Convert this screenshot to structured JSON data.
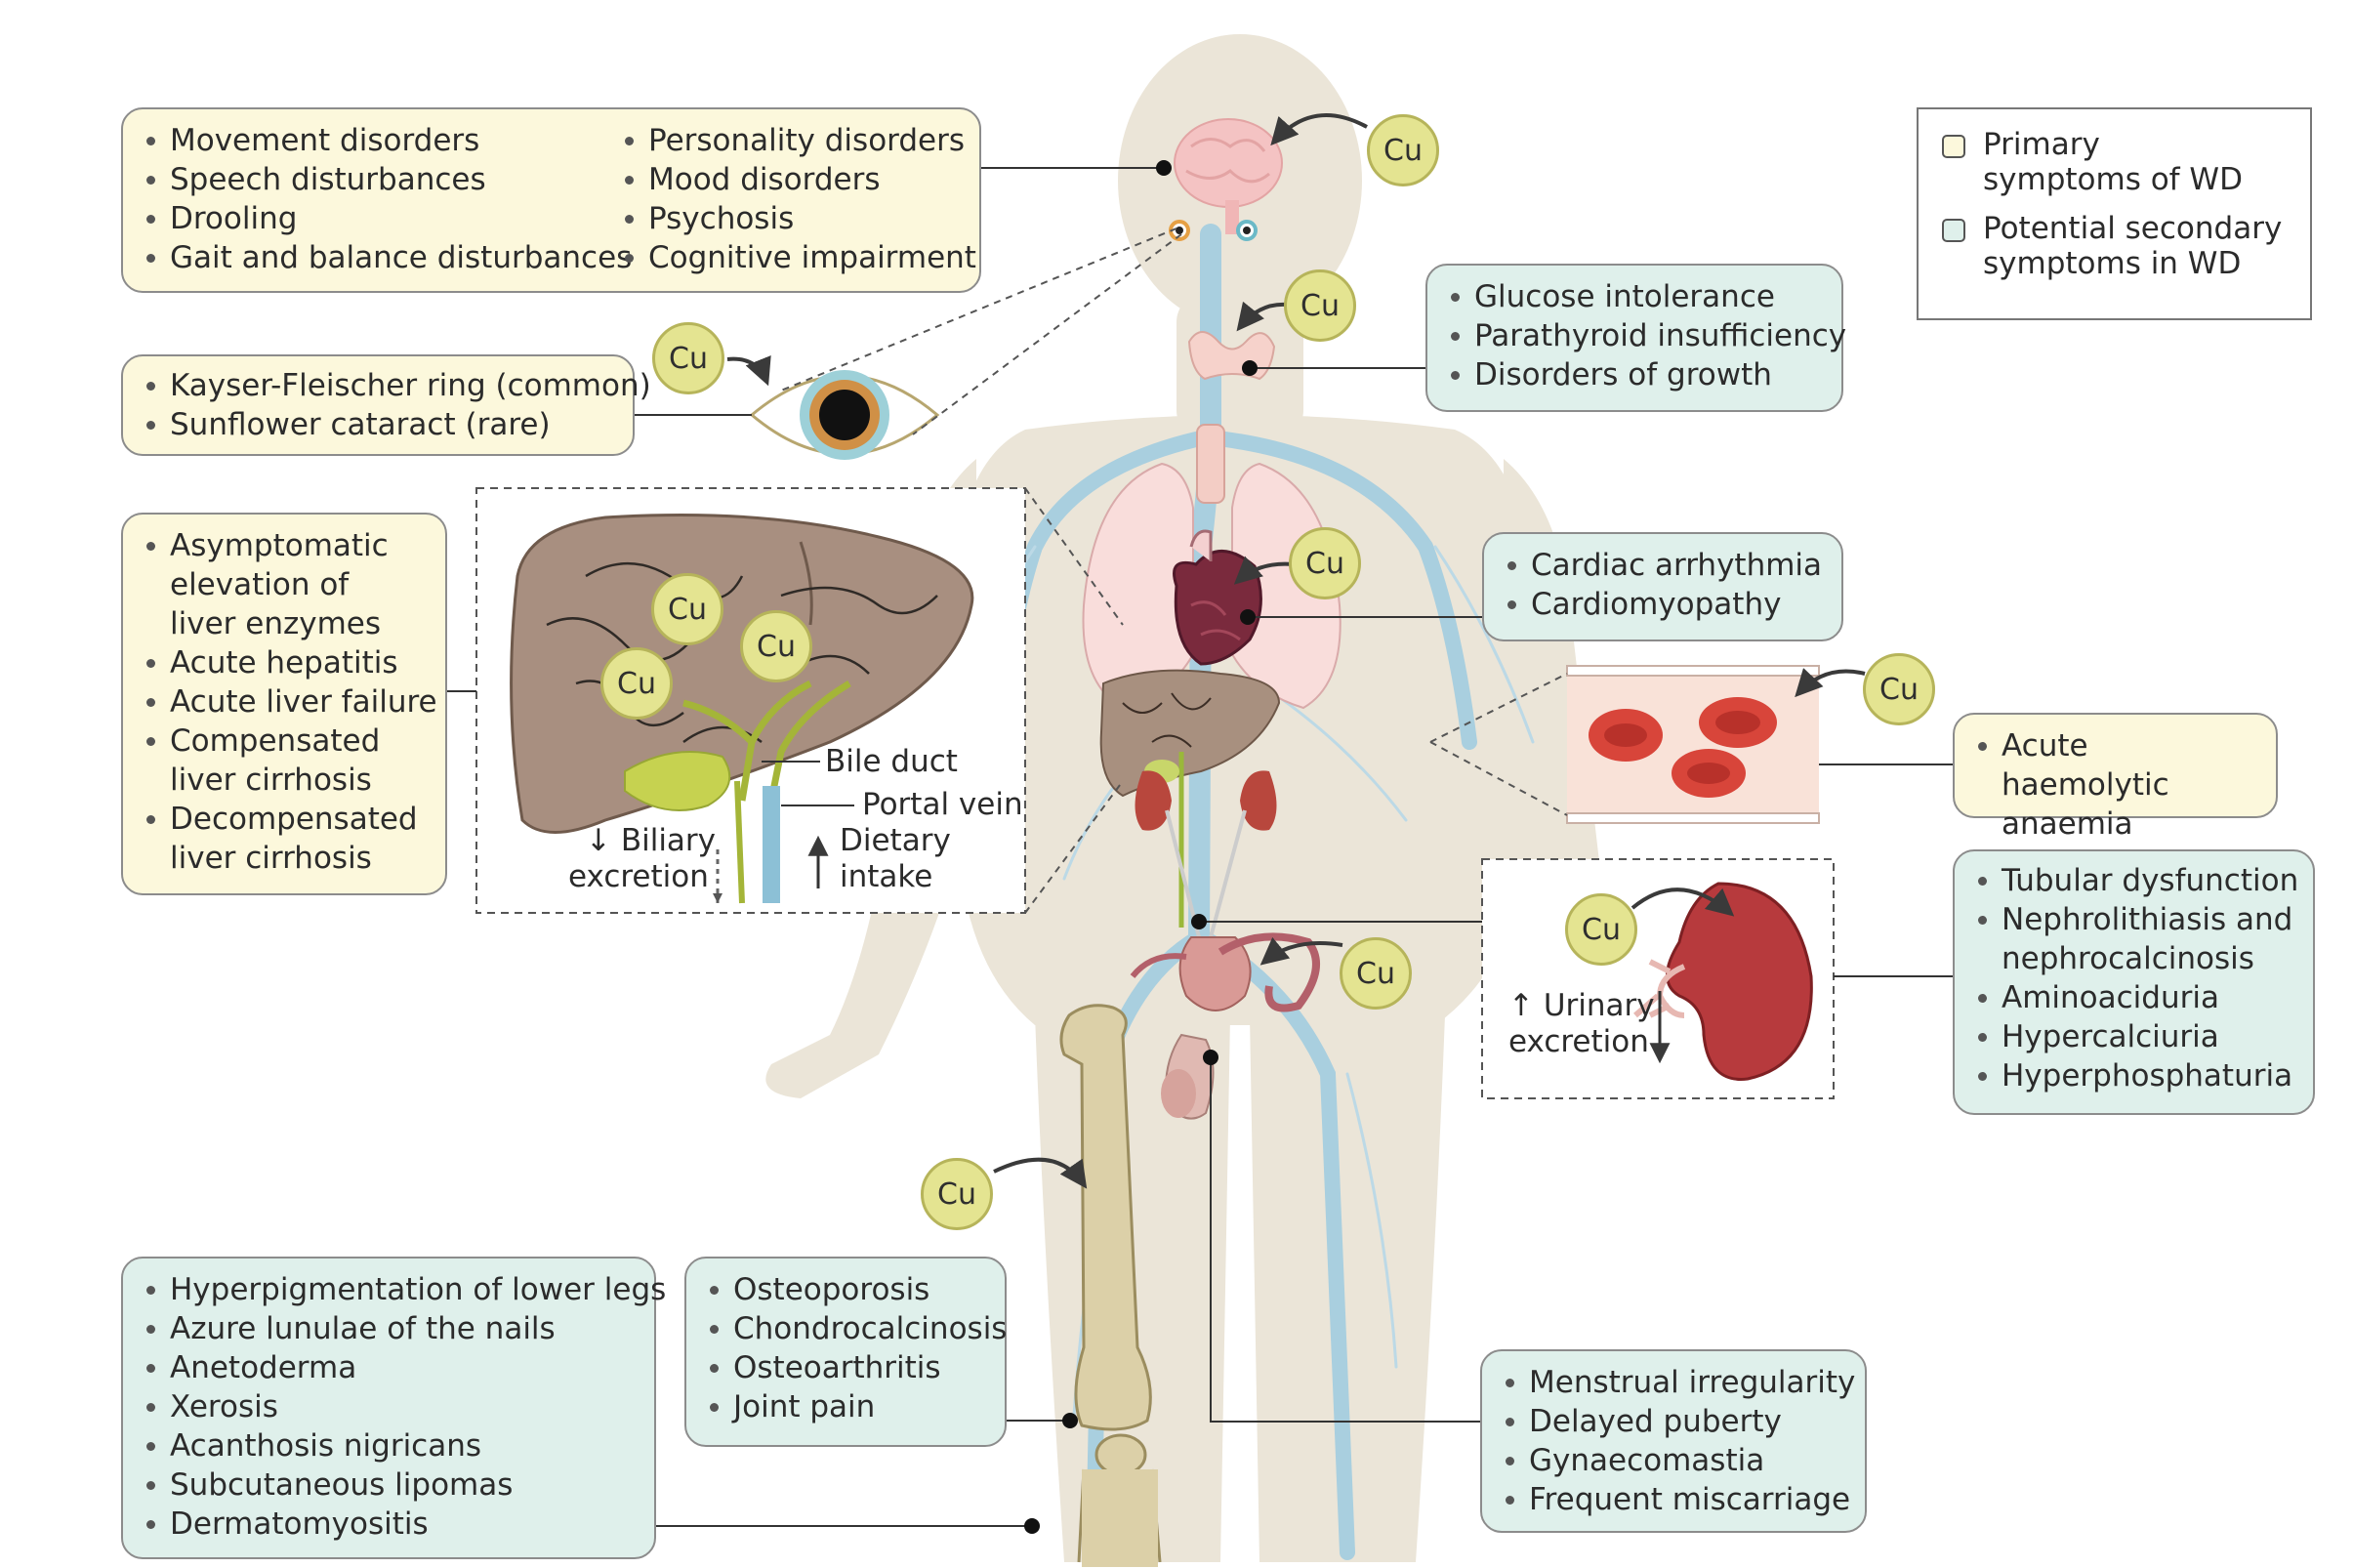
{
  "legend": {
    "primary": "Primary symptoms of WD",
    "secondary": "Potential secondary symptoms in WD",
    "colors": {
      "primary": "#fcf8dc",
      "secondary": "#dff0eb"
    }
  },
  "element_symbol": "Cu",
  "boxes": {
    "brain_left": [
      "Movement disorders",
      "Speech disturbances",
      "Drooling",
      "Gait and balance disturbances"
    ],
    "brain_right": [
      "Personality disorders",
      "Mood disorders",
      "Psychosis",
      "Cognitive impairment"
    ],
    "eye": [
      "Kayser-Fleischer ring (common)",
      "Sunflower cataract (rare)"
    ],
    "liver": [
      "Asymptomatic elevation of liver enzymes",
      "Acute hepatitis",
      "Acute liver failure",
      "Compensated liver cirrhosis",
      "Decompensated liver cirrhosis"
    ],
    "endocrine": [
      "Glucose intolerance",
      "Parathyroid insufficiency",
      "Disorders of growth"
    ],
    "cardiac": [
      "Cardiac arrhythmia",
      "Cardiomyopathy"
    ],
    "blood": [
      "Acute haemolytic anaemia"
    ],
    "kidney": [
      "Tubular dysfunction",
      "Nephrolithiasis and nephrocalcinosis",
      "Aminoaciduria",
      "Hypercalciuria",
      "Hyperphosphaturia"
    ],
    "skin": [
      "Hyperpigmentation of lower legs",
      "Azure lunulae of the nails",
      "Anetoderma",
      "Xerosis",
      "Acanthosis nigricans",
      "Subcutaneous lipomas",
      "Dermatomyositis"
    ],
    "bone": [
      "Osteoporosis",
      "Chondrocalcinosis",
      "Osteoarthritis",
      "Joint pain"
    ],
    "reproductive": [
      "Menstrual irregularity",
      "Delayed puberty",
      "Gynaecomastia",
      "Frequent miscarriage"
    ]
  },
  "liver_inset": {
    "bile_duct": "Bile duct",
    "portal_vein": "Portal vein",
    "biliary_1": "↓ Biliary",
    "biliary_2": "excretion",
    "dietary_1": "Dietary",
    "dietary_2": "intake"
  },
  "kidney_inset": {
    "urinary_1": "↑ Urinary",
    "urinary_2": "excretion"
  }
}
